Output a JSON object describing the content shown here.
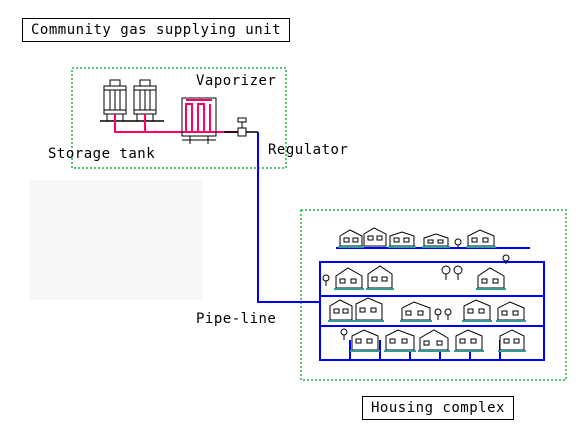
{
  "title": "Community gas supplying unit",
  "labels": {
    "vaporizer": "Vaporizer",
    "storage_tank": "Storage tank",
    "regulator": "Regulator",
    "pipeline": "Pipe-line",
    "housing_complex": "Housing complex"
  },
  "colors": {
    "boundary": "#22b14c",
    "pipeline": "#0000ff",
    "gas_line": "#ff0066",
    "outline": "#000000"
  }
}
